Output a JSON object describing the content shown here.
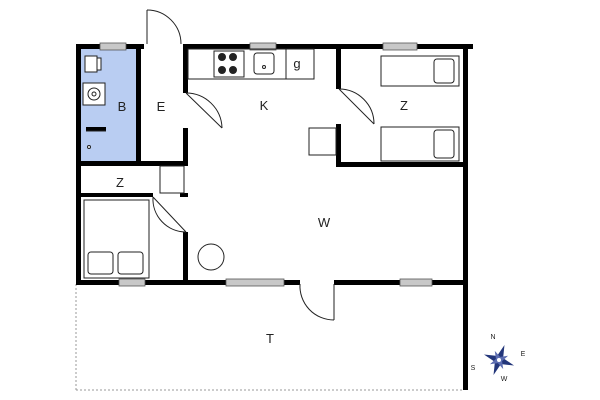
{
  "rooms": {
    "bathroom": "B",
    "entrance": "E",
    "kitchen": "K",
    "bedroom_right": "Z",
    "bedroom_left": "Z",
    "living": "W",
    "terrace": "T"
  },
  "fixtures": {
    "fridge": "g"
  },
  "compass": {
    "north": "N",
    "south": "S",
    "east": "E",
    "west": "W"
  },
  "colors": {
    "wall": "#000000",
    "bathroom_fill": "#b9cdf2",
    "window": "#bfbfbf",
    "fixture_line": "#333333",
    "terrace_dash": "#999999"
  }
}
